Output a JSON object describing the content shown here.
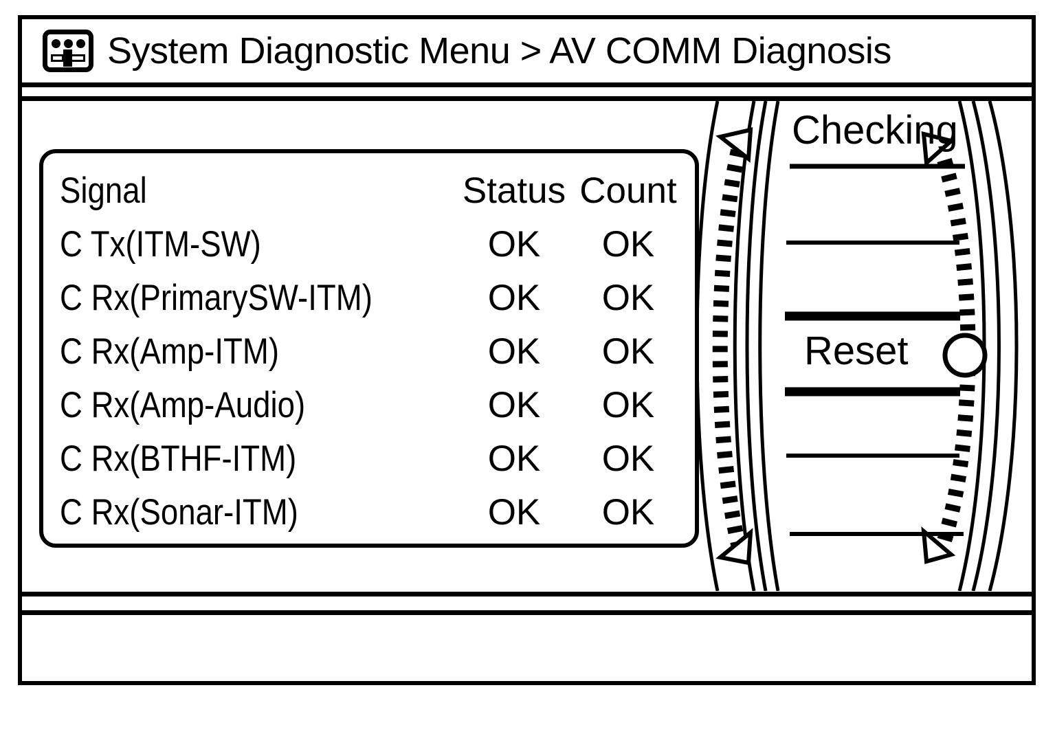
{
  "window": {
    "icon": "av-unit-icon",
    "title": "System Diagnostic Menu > AV COMM Diagnosis"
  },
  "table": {
    "columns": [
      "Signal",
      "Status",
      "Count"
    ],
    "rows": [
      {
        "signal": "C Tx(ITM-SW)",
        "status": "OK",
        "count": "OK"
      },
      {
        "signal": "C Rx(PrimarySW-ITM)",
        "status": "OK",
        "count": "OK"
      },
      {
        "signal": "C Rx(Amp-ITM)",
        "status": "OK",
        "count": "OK"
      },
      {
        "signal": "C Rx(Amp-Audio)",
        "status": "OK",
        "count": "OK"
      },
      {
        "signal": "C Rx(BTHF-ITM)",
        "status": "OK",
        "count": "OK"
      },
      {
        "signal": "C Rx(Sonar-ITM)",
        "status": "OK",
        "count": "OK"
      }
    ]
  },
  "menu": {
    "items": [
      {
        "label": "Checking",
        "selected": false
      },
      {
        "label": "Reset",
        "selected": true
      }
    ],
    "checking_label": "Checking",
    "reset_label": "Reset",
    "scroll_up_marker": "triangle-up",
    "scroll_down_marker": "triangle-down",
    "thumb_marker": "circle"
  },
  "statusbar": {
    "text": ""
  },
  "colors": {
    "ink": "#000000",
    "paper": "#ffffff"
  }
}
